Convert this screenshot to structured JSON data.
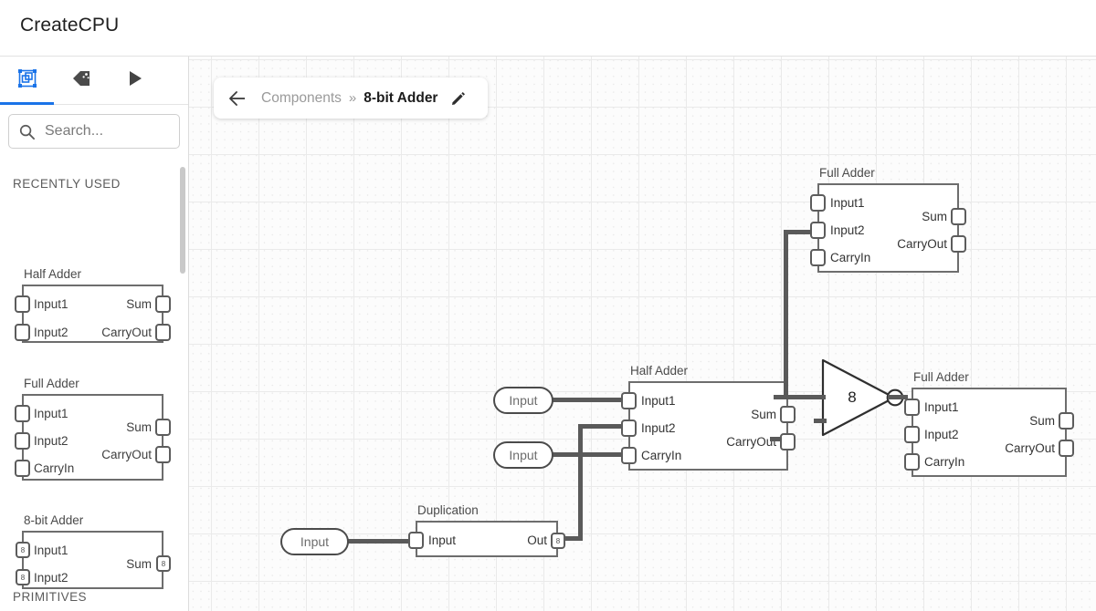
{
  "app": {
    "title": "CreateCPU"
  },
  "sidebar": {
    "tabs": [
      {
        "name": "components-tab",
        "icon": "component-chip-icon",
        "active": true
      },
      {
        "name": "labels-tab",
        "icon": "tag-icon",
        "active": false
      },
      {
        "name": "run-tab",
        "icon": "play-icon",
        "active": false
      }
    ],
    "search": {
      "placeholder": "Search...",
      "value": "",
      "icon": "search-icon"
    },
    "sections": [
      {
        "label": "RECENTLY USED"
      },
      {
        "label": "PRIMITIVES"
      }
    ],
    "components": [
      {
        "name": "Half Adder",
        "inputs": [
          {
            "label": "Input1",
            "bits": 1
          },
          {
            "label": "Input2",
            "bits": 1
          }
        ],
        "outputs": [
          {
            "label": "Sum",
            "bits": 1
          },
          {
            "label": "CarryOut",
            "bits": 1
          }
        ]
      },
      {
        "name": "Full Adder",
        "inputs": [
          {
            "label": "Input1",
            "bits": 1
          },
          {
            "label": "Input2",
            "bits": 1
          },
          {
            "label": "CarryIn",
            "bits": 1
          }
        ],
        "outputs": [
          {
            "label": "Sum",
            "bits": 1
          },
          {
            "label": "CarryOut",
            "bits": 1
          }
        ]
      },
      {
        "name": "8-bit Adder",
        "inputs": [
          {
            "label": "Input1",
            "bits": 8
          },
          {
            "label": "Input2",
            "bits": 8
          }
        ],
        "outputs": [
          {
            "label": "Sum",
            "bits": 8
          }
        ]
      }
    ]
  },
  "breadcrumb": {
    "back_icon": "arrow-left-icon",
    "parent": "Components",
    "separator": "»",
    "current": "8-bit Adder",
    "edit_icon": "pencil-icon"
  },
  "canvas": {
    "nodes": [
      {
        "id": "full-adder-top",
        "title": "Full Adder",
        "inputs": [
          {
            "label": "Input1"
          },
          {
            "label": "Input2"
          },
          {
            "label": "CarryIn"
          }
        ],
        "outputs": [
          {
            "label": "Sum"
          },
          {
            "label": "CarryOut"
          }
        ]
      },
      {
        "id": "half-adder-mid",
        "title": "Half Adder",
        "inputs": [
          {
            "label": "Input1"
          },
          {
            "label": "Input2"
          },
          {
            "label": "CarryIn"
          }
        ],
        "outputs": [
          {
            "label": "Sum"
          },
          {
            "label": "CarryOut"
          }
        ]
      },
      {
        "id": "full-adder-right",
        "title": "Full Adder",
        "inputs": [
          {
            "label": "Input1"
          },
          {
            "label": "Input2"
          },
          {
            "label": "CarryIn"
          }
        ],
        "outputs": [
          {
            "label": "Sum"
          },
          {
            "label": "CarryOut"
          }
        ]
      },
      {
        "id": "duplication",
        "title": "Duplication",
        "inputs": [
          {
            "label": "Input"
          }
        ],
        "outputs": [
          {
            "label": "Out",
            "bits": 8
          }
        ]
      }
    ],
    "buffer_gate": {
      "label": "8",
      "inverted": true
    },
    "input_pins": [
      {
        "id": "input-pin-1",
        "label": "Input"
      },
      {
        "id": "input-pin-2",
        "label": "Input"
      },
      {
        "id": "input-pin-3",
        "label": "Input"
      }
    ]
  },
  "colors": {
    "accent": "#1a73e8",
    "wire": "#5a5a5a",
    "outline": "#6d6d6d",
    "canvas_bg": "#fcfcfc",
    "grid": "#eaeaea"
  }
}
